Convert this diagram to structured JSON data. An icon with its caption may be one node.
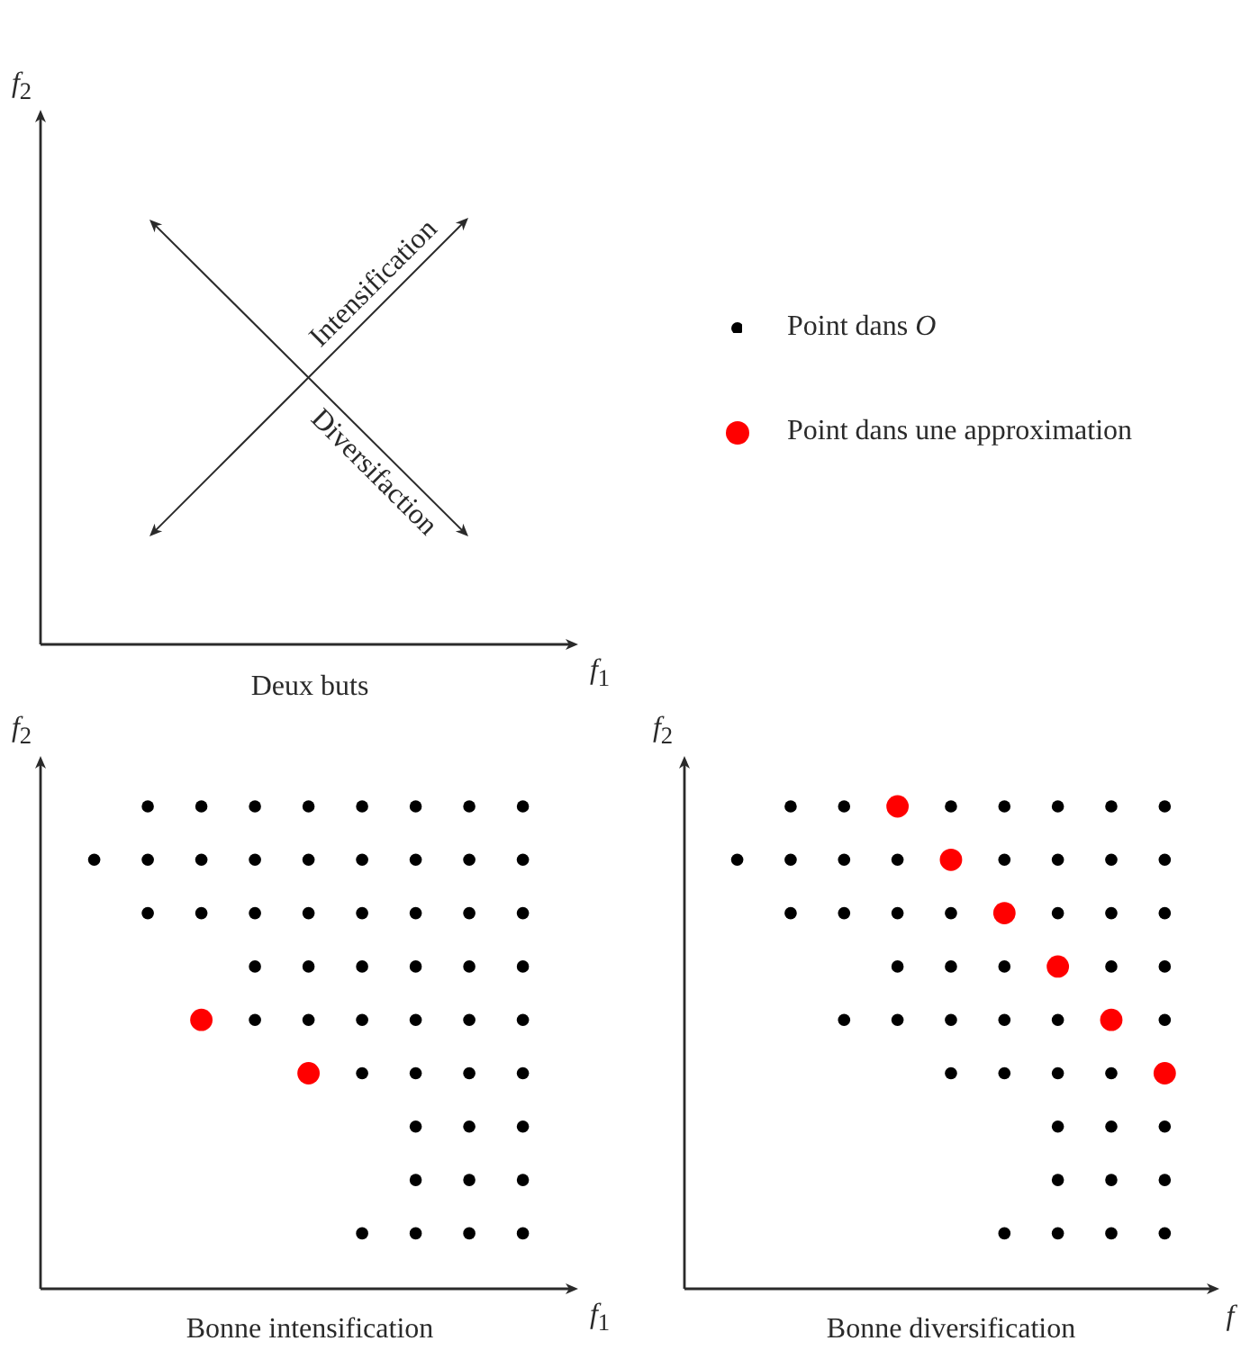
{
  "diagram": {
    "labels": [
      "*f*$_{2}$",
      "Intensification",
      "Diversifaction",
      "*f*$_{1}$",
      "Deux buts",
      "*f*$_{2}$",
      "*f*$_{2}$",
      "*f*$_{1}$",
      "Bonne intensification",
      "f",
      "Bonne diversification"
    ],
    "legend": [
      {
        "text": "Point dans *O*",
        "color": "#000000"
      },
      {
        "text": "Point dans une approximation",
        "color": "#ff0000"
      }
    ]
  }
}
